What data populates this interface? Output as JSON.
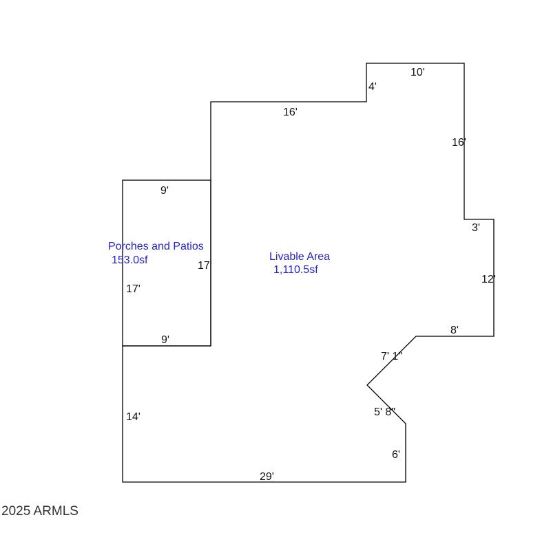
{
  "areas": {
    "porch": {
      "name": "Porches and Patios",
      "size": "153.0sf"
    },
    "livable": {
      "name": "Livable Area",
      "size": "1,110.5sf"
    }
  },
  "dimensions": {
    "livable_top": "16'",
    "step_left": "4'",
    "step_top": "10'",
    "right_upper": "16'",
    "right_step": "3'",
    "right_mid": "12'",
    "ledge": "8'",
    "diag_upper": "7' 1\"",
    "diag_lower": "5' 8\"",
    "right_lower": "6'",
    "bottom": "29'",
    "left_lower": "14'",
    "porch_top": "9'",
    "porch_bottom": "9'",
    "porch_left": "17'",
    "porch_right": "17'"
  },
  "colors": {
    "lines": "#000000",
    "area_labels": "#2222ee"
  },
  "copyright": "2025 ARMLS"
}
